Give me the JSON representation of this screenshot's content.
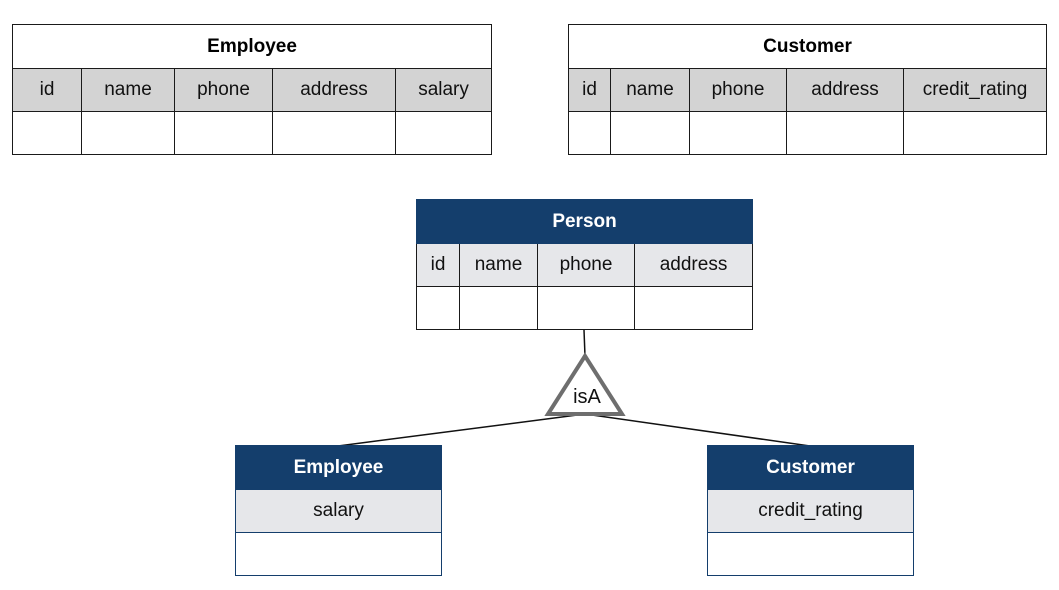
{
  "top_employee": {
    "title": "Employee",
    "columns": [
      "id",
      "name",
      "phone",
      "address",
      "salary"
    ]
  },
  "top_customer": {
    "title": "Customer",
    "columns": [
      "id",
      "name",
      "phone",
      "address",
      "credit_rating"
    ]
  },
  "person": {
    "title": "Person",
    "columns": [
      "id",
      "name",
      "phone",
      "address"
    ]
  },
  "isa_label": "isA",
  "sub_employee": {
    "title": "Employee",
    "columns": [
      "salary"
    ]
  },
  "sub_customer": {
    "title": "Customer",
    "columns": [
      "credit_rating"
    ]
  },
  "colors": {
    "header_blue": "#143e6c",
    "column_gray": "#d3d3d3",
    "column_light": "#e6e7ea",
    "triangle_gray": "#6e6e6e"
  }
}
